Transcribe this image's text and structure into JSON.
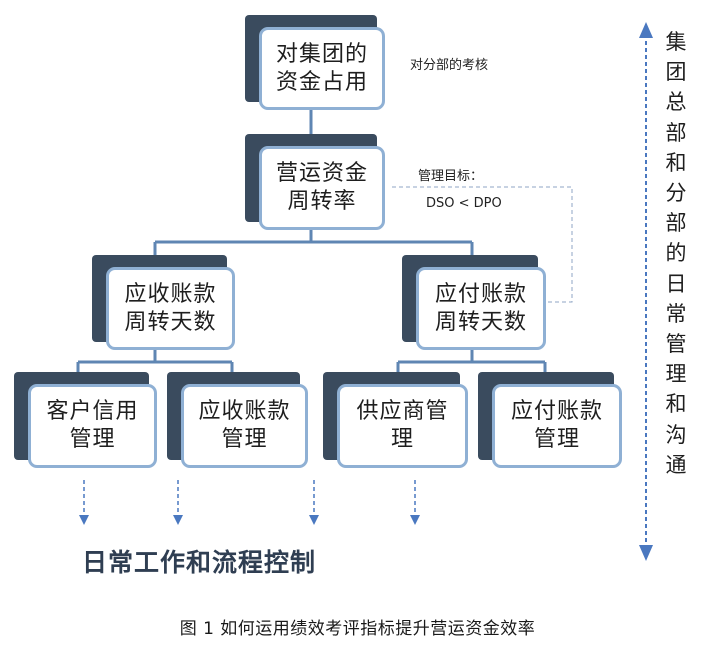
{
  "nodes": {
    "top": "对集团的\n资金占用",
    "turnover": "营运资金\n周转率",
    "receivable_days": "应收账款\n周转天数",
    "payable_days": "应付账款\n周转天数",
    "credit_mgmt": "客户信用\n管理",
    "receivable_mgmt": "应收账款\n管理",
    "supplier_mgmt": "供应商管\n理",
    "payable_mgmt": "应付账款\n管理"
  },
  "annotations": {
    "branch_assessment": "对分部的考核",
    "target_label": "管理目标：",
    "target_formula": "DSO < DPO"
  },
  "bottom_label": "日常工作和流程控制",
  "side_label": [
    "集",
    "团",
    "总",
    "部",
    "和",
    "分",
    "部",
    "的",
    "日",
    "常",
    "管",
    "理",
    "和",
    "沟",
    "通"
  ],
  "caption": "图 1  如何运用绩效考评指标提升营运资金效率",
  "colors": {
    "shadow": "#3a4b5e",
    "border": "#8fb0d4",
    "connector": "#5f86b3",
    "arrow": "#4a78c0"
  }
}
